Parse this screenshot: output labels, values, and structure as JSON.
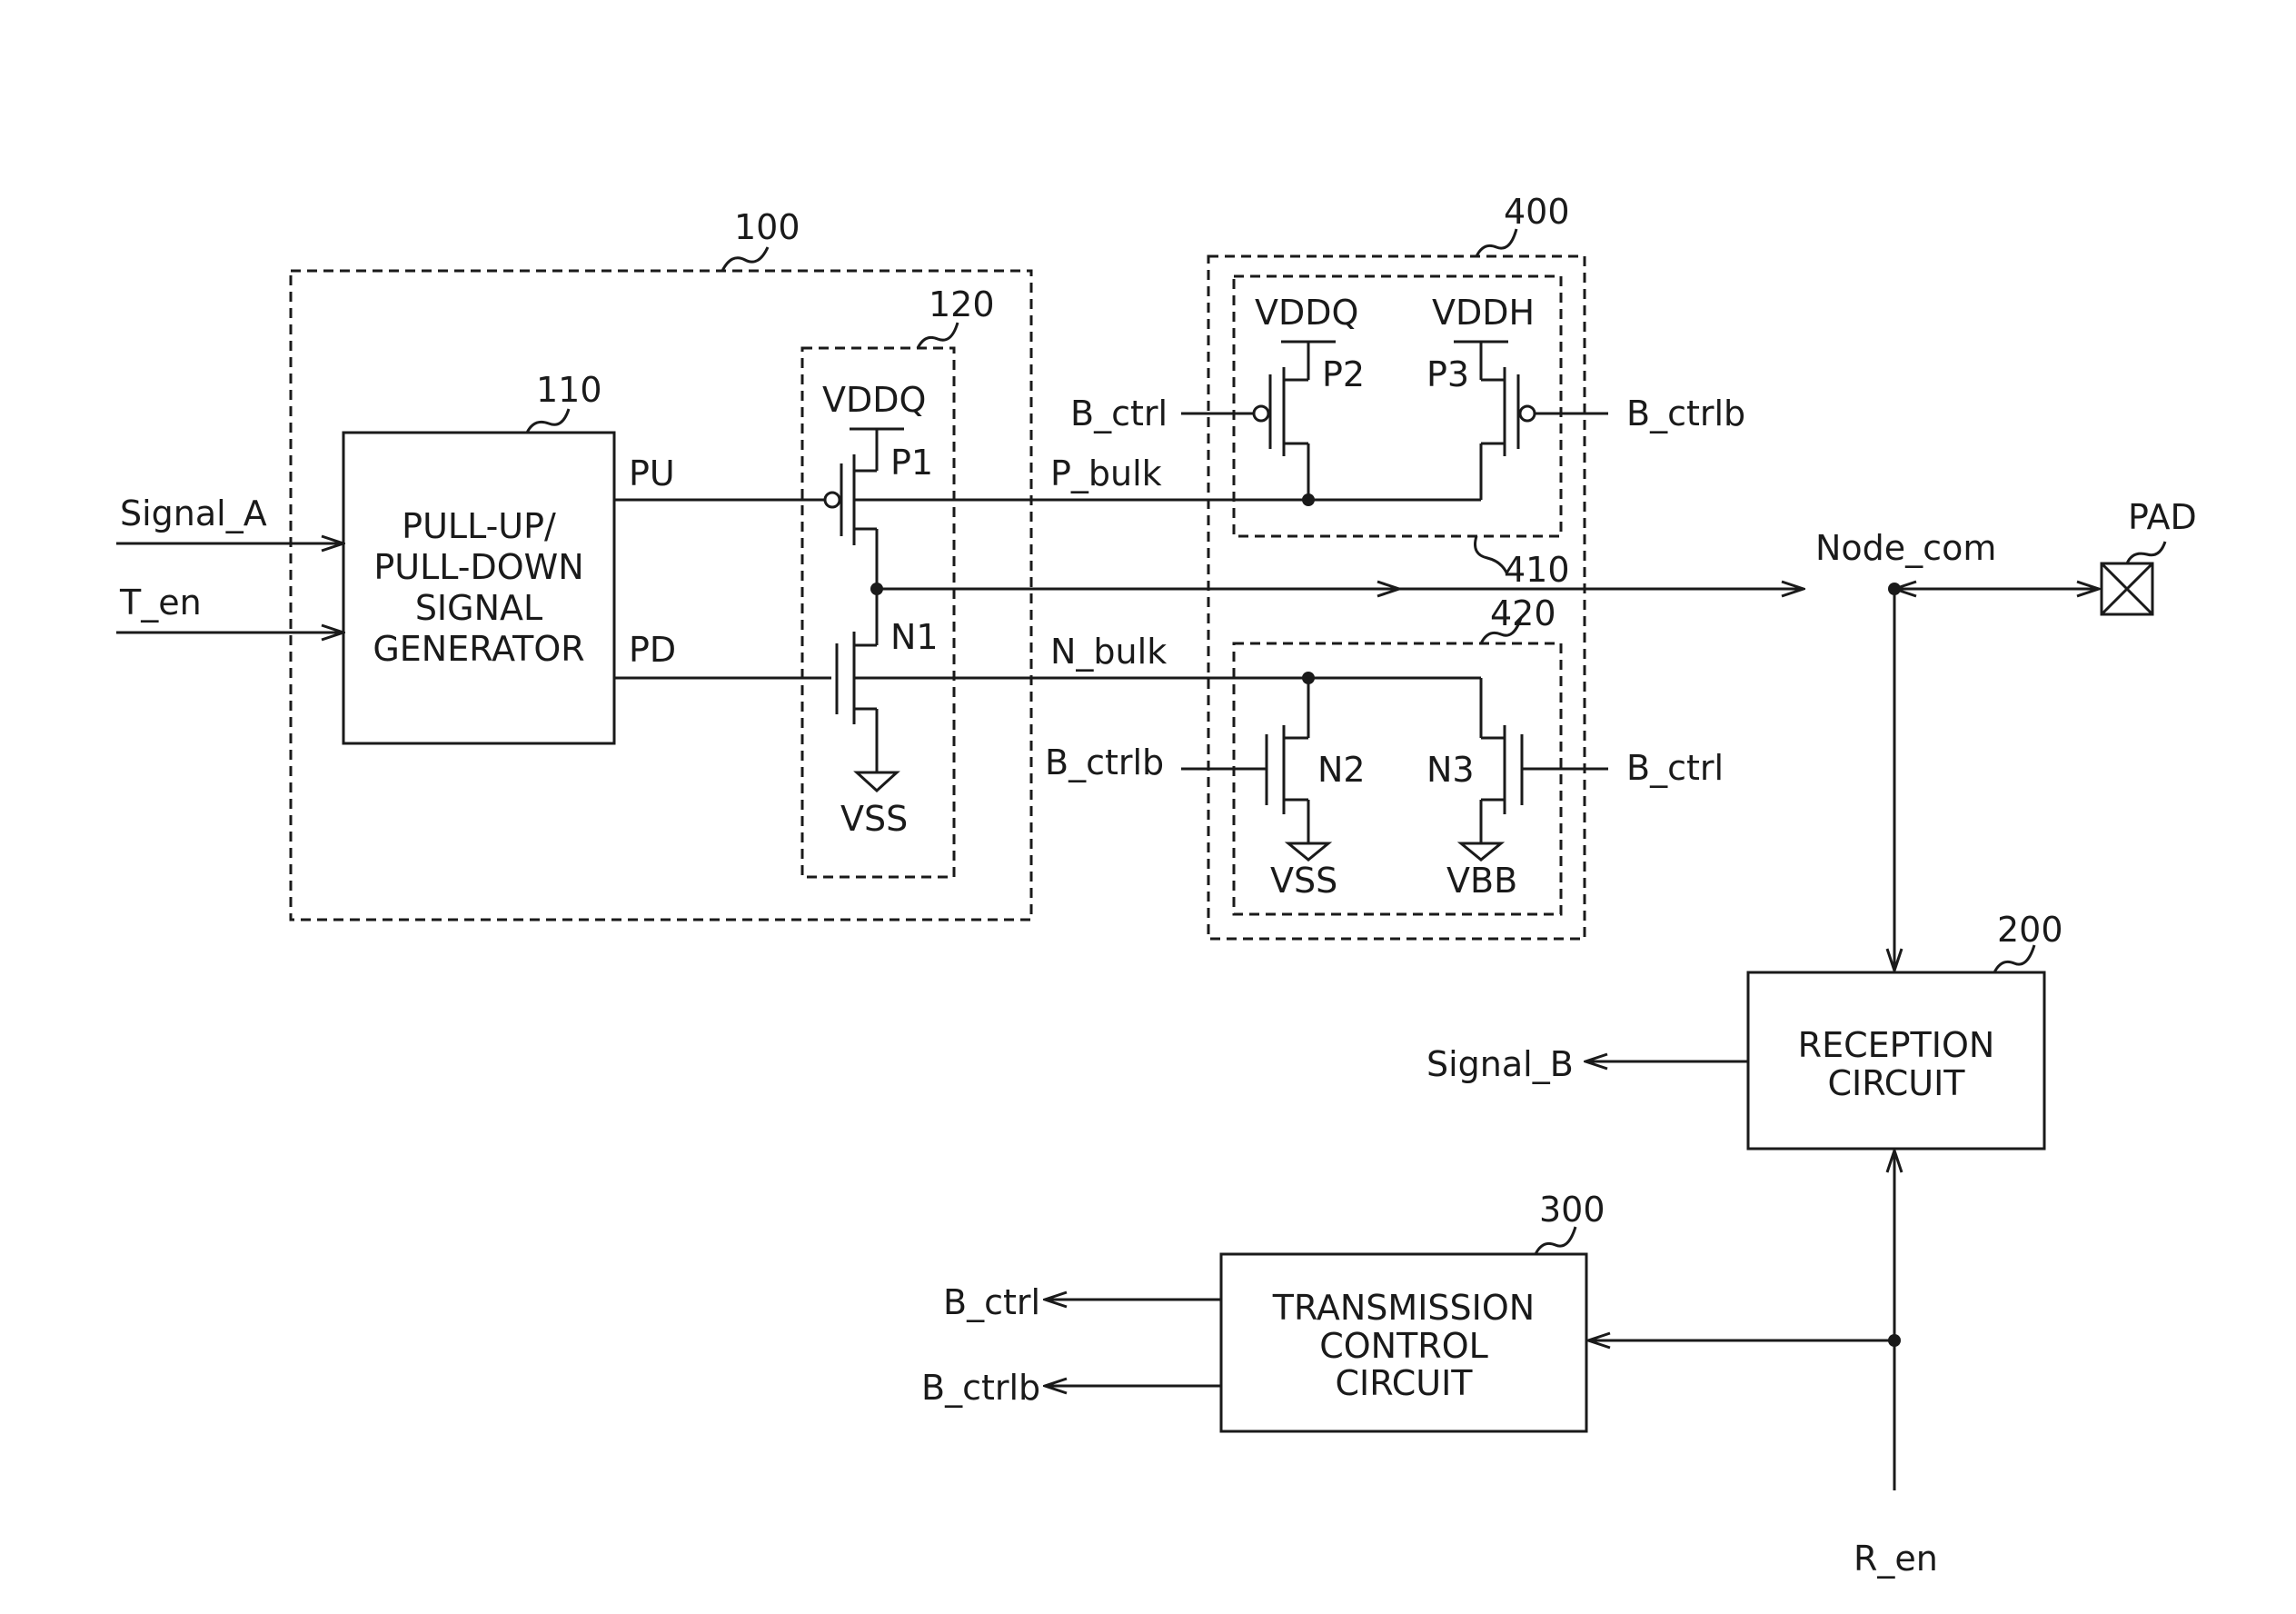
{
  "refs": {
    "r100": "100",
    "r110": "110",
    "r120": "120",
    "r200": "200",
    "r300": "300",
    "r400": "400",
    "r410": "410",
    "r420": "420"
  },
  "generator": {
    "line1": "PULL-UP/",
    "line2": "PULL-DOWN",
    "line3": "SIGNAL",
    "line4": "GENERATOR"
  },
  "reception": {
    "line1": "RECEPTION",
    "line2": "CIRCUIT"
  },
  "transmission": {
    "line1": "TRANSMISSION",
    "line2": "CONTROL",
    "line3": "CIRCUIT"
  },
  "signals": {
    "signal_a": "Signal_A",
    "t_en": "T_en",
    "pu": "PU",
    "pd": "PD",
    "p_bulk": "P_bulk",
    "n_bulk": "N_bulk",
    "node_com": "Node_com",
    "pad": "PAD",
    "signal_b": "Signal_B",
    "r_en": "R_en",
    "b_ctrl_p2": "B_ctrl",
    "b_ctrlb_p3": "B_ctrlb",
    "b_ctrlb_n2": "B_ctrlb",
    "b_ctrl_n3": "B_ctrl",
    "b_ctrl_out": "B_ctrl",
    "b_ctrlb_out": "B_ctrlb"
  },
  "devices": {
    "p1": "P1",
    "n1": "N1",
    "p2": "P2",
    "p3": "P3",
    "n2": "N2",
    "n3": "N3"
  },
  "supplies": {
    "vddq_120": "VDDQ",
    "vss_120": "VSS",
    "vddq_410": "VDDQ",
    "vddh_410": "VDDH",
    "vss_420": "VSS",
    "vbb_420": "VBB"
  }
}
